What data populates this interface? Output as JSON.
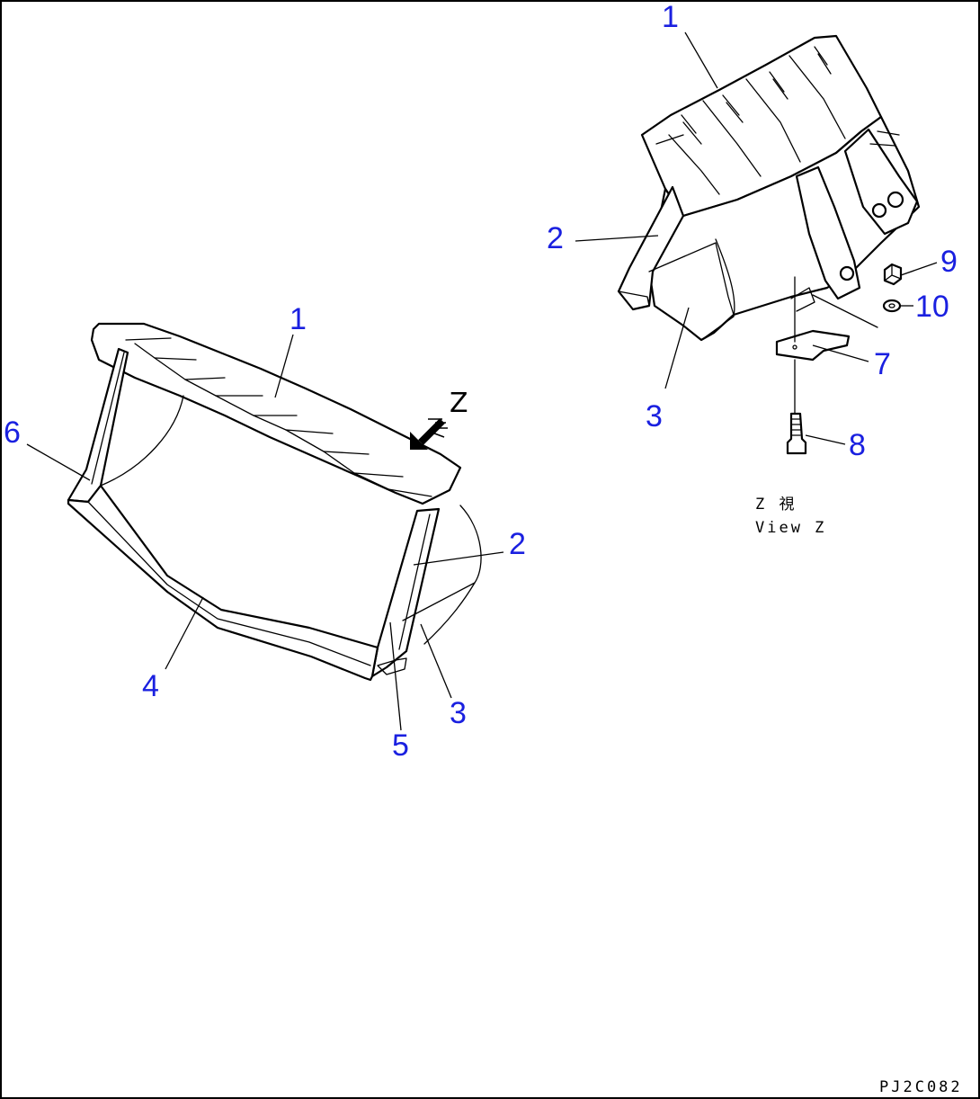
{
  "callouts": {
    "left": {
      "c1": "1",
      "c2": "2",
      "c3": "3",
      "c4": "4",
      "c5": "5",
      "c6": "6"
    },
    "right": {
      "c1": "1",
      "c2": "2",
      "c3": "3",
      "c7": "7",
      "c8": "8",
      "c9": "9",
      "c10": "10"
    }
  },
  "view_arrow_label": "Z",
  "view_caption": {
    "jp": "Z 視",
    "en": "View Z"
  },
  "drawing_code": "PJ2C082",
  "colors": {
    "callout": "#1a20e0",
    "line": "#000000",
    "background": "#ffffff"
  }
}
